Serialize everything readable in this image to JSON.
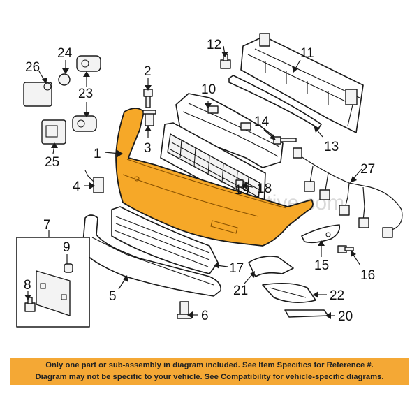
{
  "callouts": {
    "c1": "1",
    "c2": "2",
    "c3": "3",
    "c4": "4",
    "c5": "5",
    "c6": "6",
    "c7": "7",
    "c8": "8",
    "c9": "9",
    "c10": "10",
    "c11": "11",
    "c12": "12",
    "c13": "13",
    "c14": "14",
    "c15": "15",
    "c16": "16",
    "c17": "17",
    "c18": "18",
    "c19": "19",
    "c20": "20",
    "c21": "21",
    "c22": "22",
    "c23": "23",
    "c24": "24",
    "c25": "25",
    "c26": "26",
    "c27": "27"
  },
  "watermark": "Partomotive.com",
  "disclaimer": {
    "line1": "Only one part or sub-assembly in diagram included. See Item Specifics for Reference #.",
    "line2": "Diagram may not be specific to your vehicle. See Compatibility for vehicle-specific diagrams."
  },
  "colors": {
    "highlight_part": "#f6a828",
    "banner_background": "#f4a835",
    "line": "#1a1a1a"
  }
}
